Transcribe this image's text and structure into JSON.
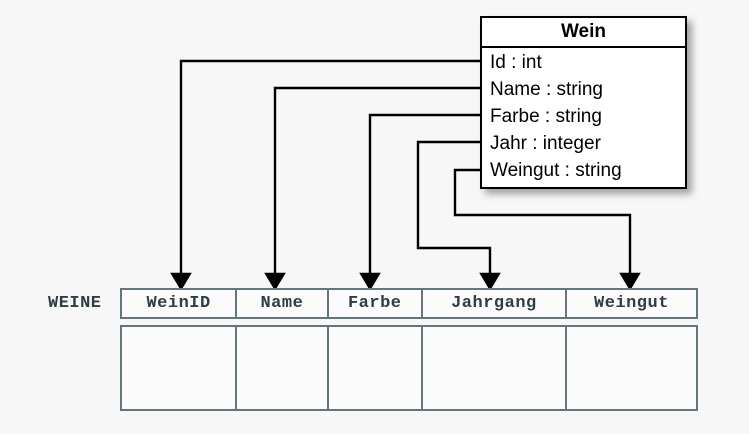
{
  "diagram": {
    "background_color": "#f7f7f7",
    "line_color": "#000000",
    "table_border_color": "#63757d",
    "table_text_color": "#2d3e46"
  },
  "uml_class": {
    "name": "Wein",
    "attributes": [
      "Id : int",
      "Name : string",
      "Farbe : string",
      "Jahr : integer",
      "Weingut : string"
    ]
  },
  "relational_table": {
    "label": "WEINE",
    "columns": [
      "WeinID",
      "Name",
      "Farbe",
      "Jahrgang",
      "Weingut"
    ],
    "rows": [
      [
        "",
        "",
        "",
        "",
        ""
      ]
    ]
  },
  "mappings": [
    {
      "from": "Id : int",
      "to": "WeinID"
    },
    {
      "from": "Name : string",
      "to": "Name"
    },
    {
      "from": "Farbe : string",
      "to": "Farbe"
    },
    {
      "from": "Jahr : integer",
      "to": "Jahrgang"
    },
    {
      "from": "Weingut : string",
      "to": "Weingut"
    }
  ]
}
